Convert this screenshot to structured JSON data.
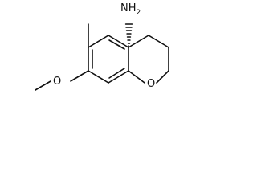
{
  "molecule": {
    "labels": {
      "amine": "NH",
      "amine_subscript": "2",
      "methoxy_oxygen": "O",
      "ring_oxygen": "O"
    },
    "colors": {
      "ink": "#111111",
      "background": "#ffffff"
    }
  }
}
